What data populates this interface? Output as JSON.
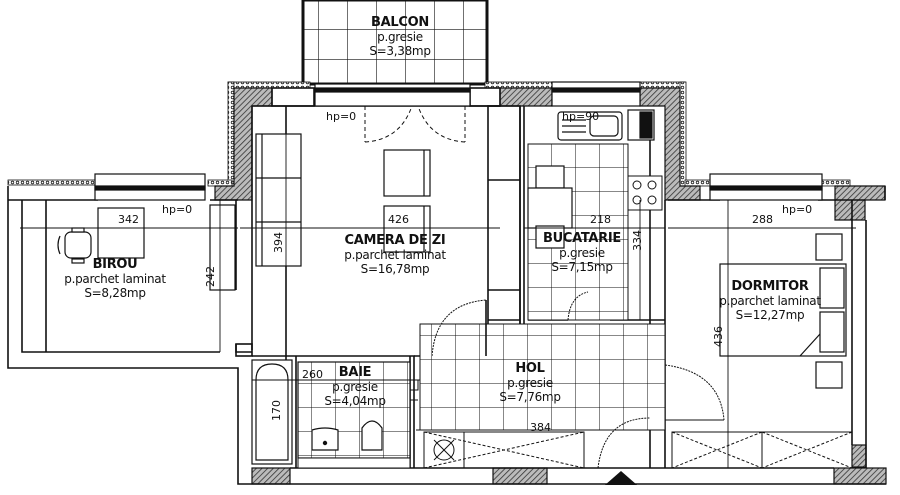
{
  "plan": {
    "title": "Floor plan",
    "colors": {
      "line": "#111111",
      "hatch": "#555555",
      "background": "#ffffff"
    },
    "rooms": [
      {
        "id": "balcon",
        "name": "BALCON",
        "floor": "p.gresie",
        "area": "S=3,38mp"
      },
      {
        "id": "birou",
        "name": "BIROU",
        "floor": "p.parchet laminat",
        "area": "S=8,28mp"
      },
      {
        "id": "camera-de-zi",
        "name": "CAMERA DE ZI",
        "floor": "p.parchet laminat",
        "area": "S=16,78mp"
      },
      {
        "id": "bucatarie",
        "name": "BUCATARIE",
        "floor": "p.gresie",
        "area": "S=7,15mp"
      },
      {
        "id": "dormitor",
        "name": "DORMITOR",
        "floor": "p.parchet laminat",
        "area": "S=12,27mp"
      },
      {
        "id": "baie",
        "name": "BAIE",
        "floor": "p.gresie",
        "area": "S=4,04mp"
      },
      {
        "id": "hol",
        "name": "HOL",
        "floor": "p.gresie",
        "area": "S=7,76mp"
      }
    ],
    "dimensions": {
      "birou_width": "342",
      "birou_height": "242",
      "camera_width": "426",
      "camera_height": "394",
      "bucatarie_width": "218",
      "bucatarie_height": "334",
      "dormitor_width": "288",
      "dormitor_height": "436",
      "baie_width": "260",
      "baie_tub": "170",
      "hol_width": "384"
    },
    "sill_labels": {
      "birou": "hp=0",
      "camera": "hp=0",
      "bucatarie": "hp=90",
      "dormitor": "hp=0"
    },
    "fixtures": [
      "sofa",
      "armchair",
      "coffee-table",
      "desk-chair",
      "sink",
      "stove",
      "bathtub",
      "washbasin",
      "toilet",
      "bidet",
      "double-bed",
      "nightstand",
      "wardrobe"
    ],
    "entrance_marker": "entrance-arrow"
  }
}
